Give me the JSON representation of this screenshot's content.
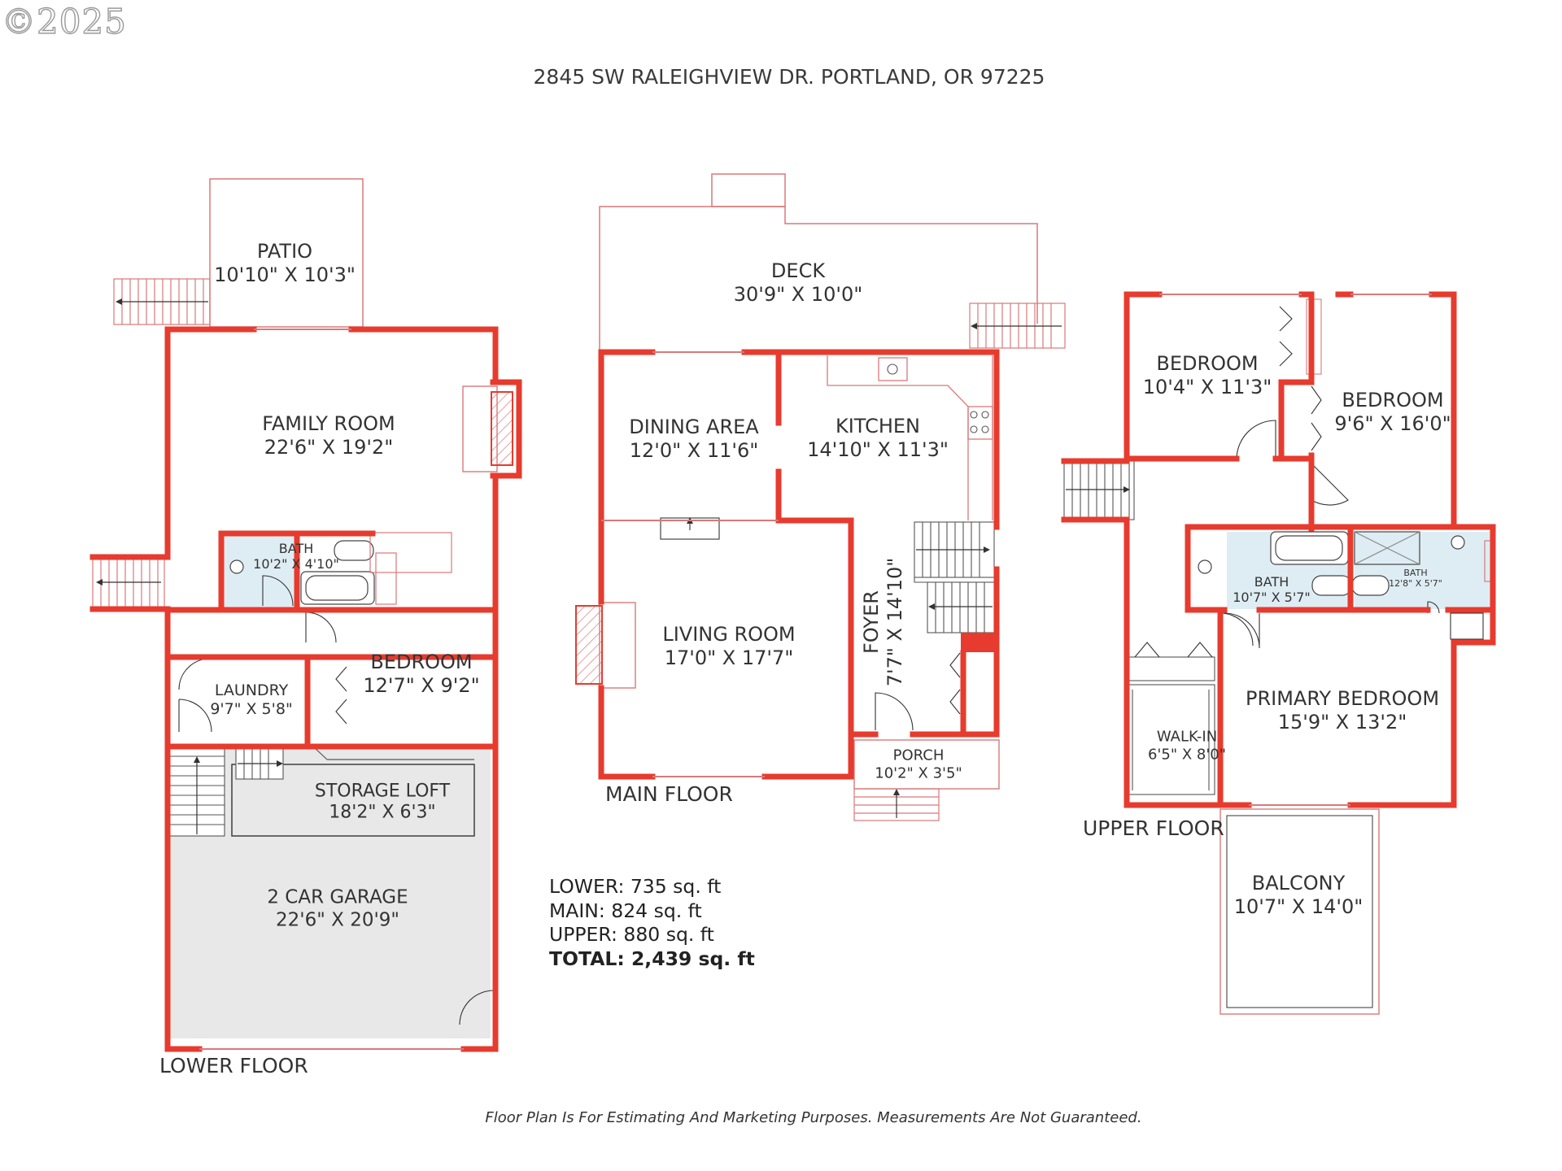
{
  "copyright": "©2025",
  "address": "2845 SW RALEIGHVIEW DR. PORTLAND, OR 97225",
  "rooms": {
    "patio": {
      "name": "PATIO",
      "dims": "10'10\" X 10'3\""
    },
    "family_room": {
      "name": "FAMILY ROOM",
      "dims": "22'6\" X 19'2\""
    },
    "bath_lower": {
      "name": "BATH",
      "dims": "10'2\" X 4'10\""
    },
    "laundry": {
      "name": "LAUNDRY",
      "dims": "9'7\" X 5'8\""
    },
    "bedroom_lower": {
      "name": "BEDROOM",
      "dims": "12'7\" X 9'2\""
    },
    "storage_loft": {
      "name": "STORAGE LOFT",
      "dims": "18'2\" X 6'3\""
    },
    "garage": {
      "name": "2 CAR GARAGE",
      "dims": "22'6\" X 20'9\""
    },
    "deck": {
      "name": "DECK",
      "dims": "30'9\" X 10'0\""
    },
    "dining_area": {
      "name": "DINING AREA",
      "dims": "12'0\" X 11'6\""
    },
    "kitchen": {
      "name": "KITCHEN",
      "dims": "14'10\" X 11'3\""
    },
    "living_room": {
      "name": "LIVING ROOM",
      "dims": "17'0\" X 17'7\""
    },
    "foyer": {
      "name": "FOYER",
      "dims": "7'7\" X 14'10\""
    },
    "porch": {
      "name": "PORCH",
      "dims": "10'2\" X 3'5\""
    },
    "bedroom_upper_1": {
      "name": "BEDROOM",
      "dims": "10'4\" X 11'3\""
    },
    "bedroom_upper_2": {
      "name": "BEDROOM",
      "dims": "9'6\" X 16'0\""
    },
    "bath_upper_1": {
      "name": "BATH",
      "dims": "10'7\" X 5'7\""
    },
    "bath_upper_2": {
      "name": "BATH",
      "dims": "12'8\" X 5'7\""
    },
    "primary_bedroom": {
      "name": "PRIMARY BEDROOM",
      "dims": "15'9\" X 13'2\""
    },
    "walk_in": {
      "name": "WALK-IN",
      "dims": "6'5\" X 8'0\""
    },
    "balcony": {
      "name": "BALCONY",
      "dims": "10'7\" X 14'0\""
    }
  },
  "floors": {
    "lower": "LOWER FLOOR",
    "main": "MAIN FLOOR",
    "upper": "UPPER FLOOR"
  },
  "totals": {
    "lower": "LOWER: 735 sq. ft",
    "main": "MAIN: 824 sq. ft",
    "upper": "UPPER: 880 sq. ft",
    "total": "TOTAL: 2,439 sq. ft"
  },
  "disclaimer": "Floor Plan Is For Estimating And Marketing Purposes. Measurements Are Not Guaranteed.",
  "colors": {
    "wall": "#e63b2e",
    "thin_line": "#d9797a",
    "garage_fill": "#e8e8e8",
    "bath_fill": "#deedf3",
    "text": "#333333"
  }
}
